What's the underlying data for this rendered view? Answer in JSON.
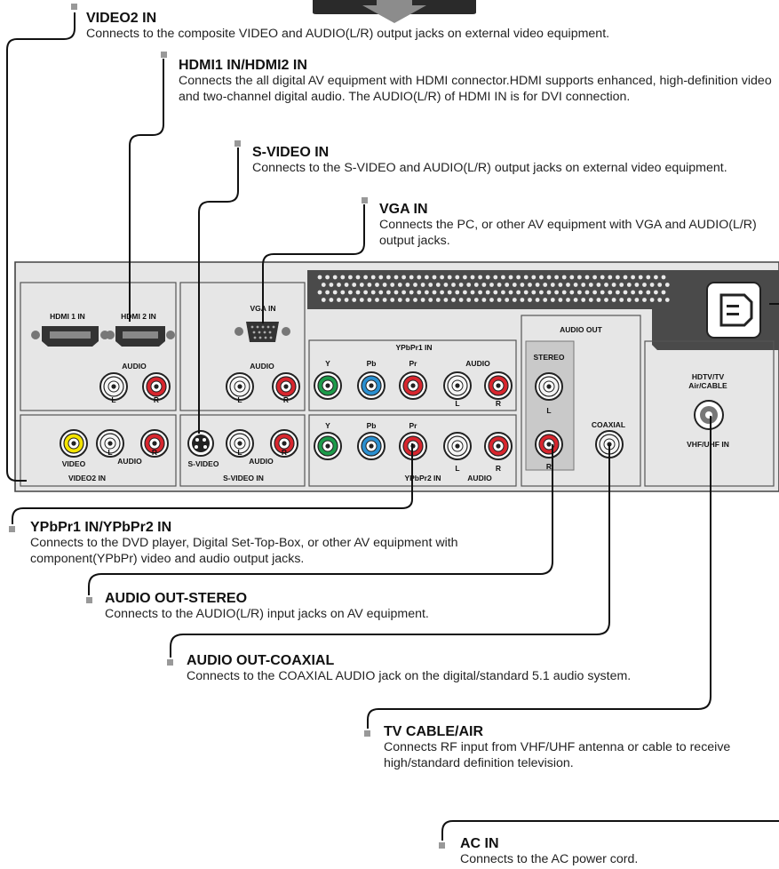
{
  "callouts": {
    "video2": {
      "title": "VIDEO2 IN",
      "desc": "Connects to the composite VIDEO and AUDIO(L/R) output jacks on external video equipment."
    },
    "hdmi": {
      "title": "HDMI1 IN/HDMI2 IN",
      "desc": "Connects the all digital AV equipment with HDMI connector.HDMI supports enhanced, high-definition video and two-channel digital audio.  The AUDIO(L/R) of HDMI IN is for DVI connection."
    },
    "svideo": {
      "title": "S-VIDEO IN",
      "desc": "Connects to the S-VIDEO and AUDIO(L/R) output jacks on external video equipment."
    },
    "vga": {
      "title": "VGA IN",
      "desc": "Connects the PC, or other AV equipment with VGA and AUDIO(L/R) output jacks."
    },
    "ypbpr": {
      "title": "YPbPr1 IN/YPbPr2 IN",
      "desc": "Connects to the DVD player, Digital Set-Top-Box, or other AV equipment with component(YPbPr) video and audio output jacks."
    },
    "stereo": {
      "title": "AUDIO OUT-STEREO",
      "desc": "Connects to the AUDIO(L/R) input jacks on AV equipment."
    },
    "coaxial": {
      "title": "AUDIO OUT-COAXIAL",
      "desc": "Connects to the COAXIAL AUDIO jack on the digital/standard 5.1 audio system."
    },
    "tvcable": {
      "title": "TV CABLE/AIR",
      "desc": "Connects RF input from VHF/UHF antenna or cable to receive high/standard definition television."
    },
    "acin": {
      "title": "AC IN",
      "desc": "Connects to the AC power cord."
    }
  },
  "panel": {
    "hdmi1": "HDMI 1 IN",
    "hdmi2": "HDMI 2 IN",
    "audio": "AUDIO",
    "l": "L",
    "r": "R",
    "vga_in": "VGA IN",
    "ypbpr1_in": "YPbPr1 IN",
    "ypbpr2_in": "YPbPr2 IN",
    "y": "Y",
    "pb": "Pb",
    "pr": "Pr",
    "audio_out": "AUDIO OUT",
    "stereo": "STEREO",
    "coaxial": "COAXIAL",
    "hdtv_tv": "HDTV/TV",
    "air_cable": "Air/CABLE",
    "vhf_uhf_in": "VHF/UHF IN",
    "video": "VIDEO",
    "s_video": "S-VIDEO",
    "video2_in": "VIDEO2 IN",
    "s_video_in": "S-VIDEO IN"
  },
  "colors": {
    "panel": "#e6e6e6",
    "panel_line": "#555555",
    "jack_white": "#f4f4f4",
    "jack_red": "#d8262e",
    "jack_green": "#1c9a4a",
    "jack_blue": "#2a8fd0",
    "jack_yellow": "#f5e400",
    "leader": "#111111",
    "marker": "#999999"
  }
}
